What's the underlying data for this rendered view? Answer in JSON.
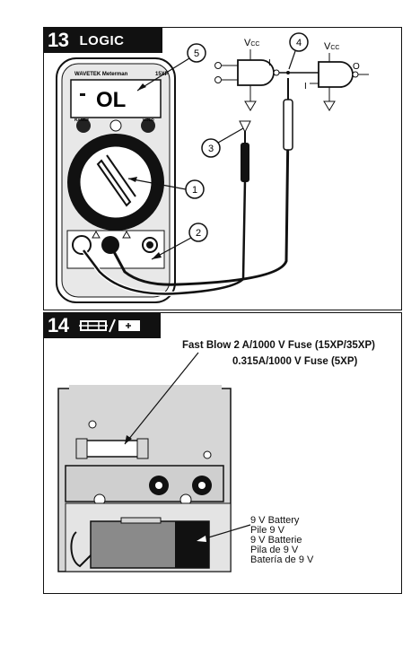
{
  "panel13": {
    "number": "13",
    "title": "LOGIC",
    "brand": "WAVETEK Meterman",
    "model": "15XP",
    "display_reading": "OL",
    "buttons": {
      "range": "RANGE",
      "hold": "HOLD"
    },
    "gates": {
      "vcc": "V",
      "vcc_sub": "CC",
      "output_mark": "I"
    },
    "callouts": [
      "1",
      "2",
      "3",
      "4",
      "5"
    ]
  },
  "panel14": {
    "number": "14",
    "fuse_text_1": "Fast Blow 2 A/1000 V Fuse (15XP/35XP)",
    "fuse_text_2": "0.315A/1000 V Fuse (5XP)",
    "battery_lines": [
      "9 V Battery",
      "Pile 9 V",
      "9 V Batterie",
      "Pila de 9 V",
      "Batería de 9 V"
    ]
  }
}
